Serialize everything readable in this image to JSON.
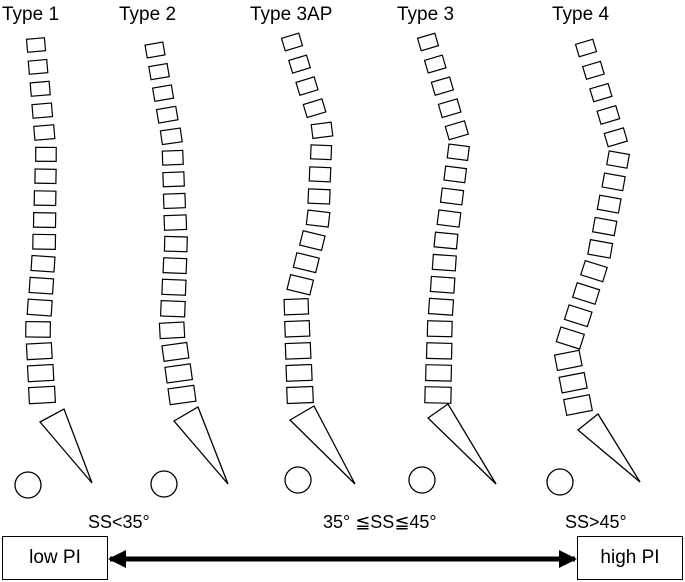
{
  "types": [
    {
      "id": "type-1",
      "label": "Type 1"
    },
    {
      "id": "type-2",
      "label": "Type 2"
    },
    {
      "id": "type-3ap",
      "label": "Type 3AP"
    },
    {
      "id": "type-3",
      "label": "Type 3"
    },
    {
      "id": "type-4",
      "label": "Type 4"
    }
  ],
  "ss_labels": {
    "low": "SS<35°",
    "mid": "35°  ≦SS≦45°",
    "high": "SS>45°"
  },
  "pi_scale": {
    "low": "low PI",
    "high": "high PI"
  },
  "colors": {
    "stroke": "#000000",
    "background": "#ffffff"
  }
}
